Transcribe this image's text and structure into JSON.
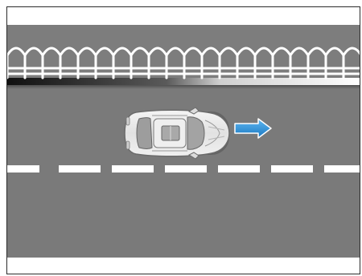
{
  "diagram": {
    "road_color": "#7a7a7a",
    "fence_color": "#ffffff",
    "lane_marking_color": "#ffffff",
    "curb_shadow_color": "#1e1e1e",
    "vehicle": {
      "name": "car",
      "view": "top",
      "body_color": "#e9e9e9",
      "window_color": "#a9a9a9",
      "heading": "right"
    },
    "direction_arrow": {
      "direction": "right",
      "color": "#2a8fd6"
    },
    "lane_dashes": 7
  }
}
